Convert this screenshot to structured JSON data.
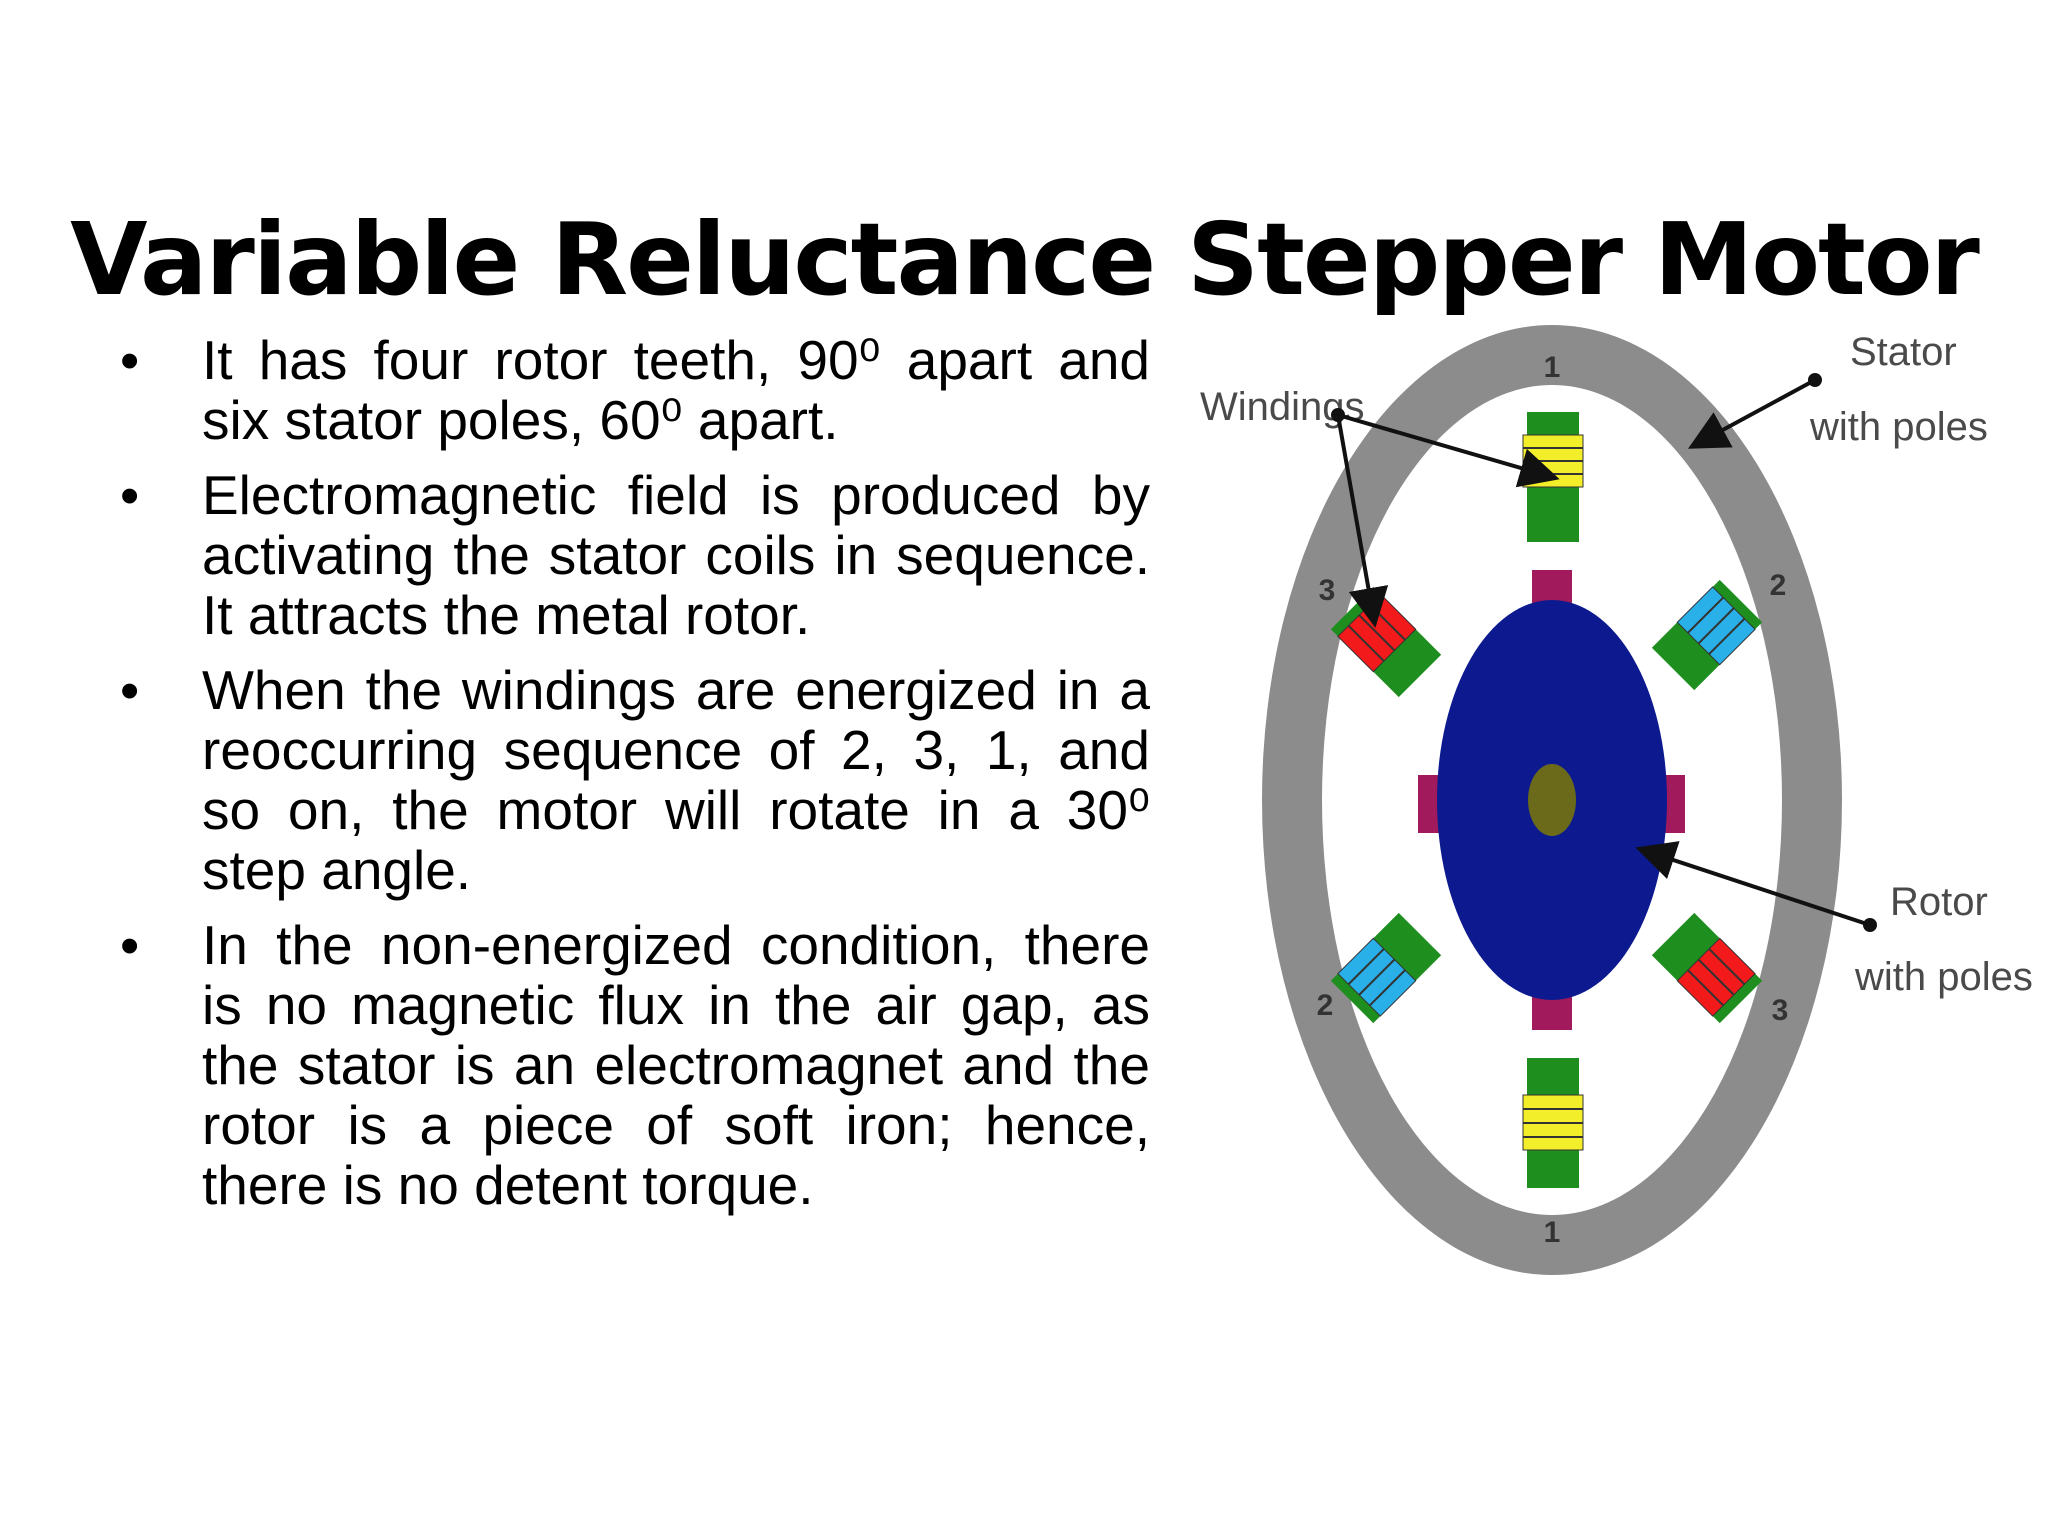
{
  "slide": {
    "title": "Variable Reluctance Stepper Motor",
    "bullets": [
      "It has four rotor teeth, 90⁰ apart and six stator poles, 60⁰ apart.",
      "Electromagnetic field is produced by activating the stator coils in sequence. It attracts the metal rotor.",
      "When the windings are energized in a reoccurring sequence of 2, 3, 1, and so on, the motor will rotate in a 30⁰ step angle.",
      "In the non-energized condition, there is no magnetic flux in the air gap, as the stator is an electromagnet and the rotor is a piece of soft iron; hence, there is no detent torque."
    ]
  },
  "diagram": {
    "labels": {
      "windings": "Windings",
      "stator_line1": "Stator",
      "stator_line2": "with poles",
      "rotor_line1": "Rotor",
      "rotor_line2": "with poles"
    },
    "pole_numbers": {
      "top": "1",
      "upper_right": "2",
      "upper_left": "3",
      "lower_left": "2",
      "lower_right": "3",
      "bottom": "1"
    },
    "colors": {
      "stator_ring": "#8c8c8c",
      "rotor": "#0d1a8f",
      "rotor_teeth": "#a01a5c",
      "shaft": "#6b6a1a",
      "pole_core": "#1e8f1e",
      "coil_phase1": "#f2ef2a",
      "coil_phase2": "#2ab0e8",
      "coil_phase3": "#f21a1a"
    }
  }
}
